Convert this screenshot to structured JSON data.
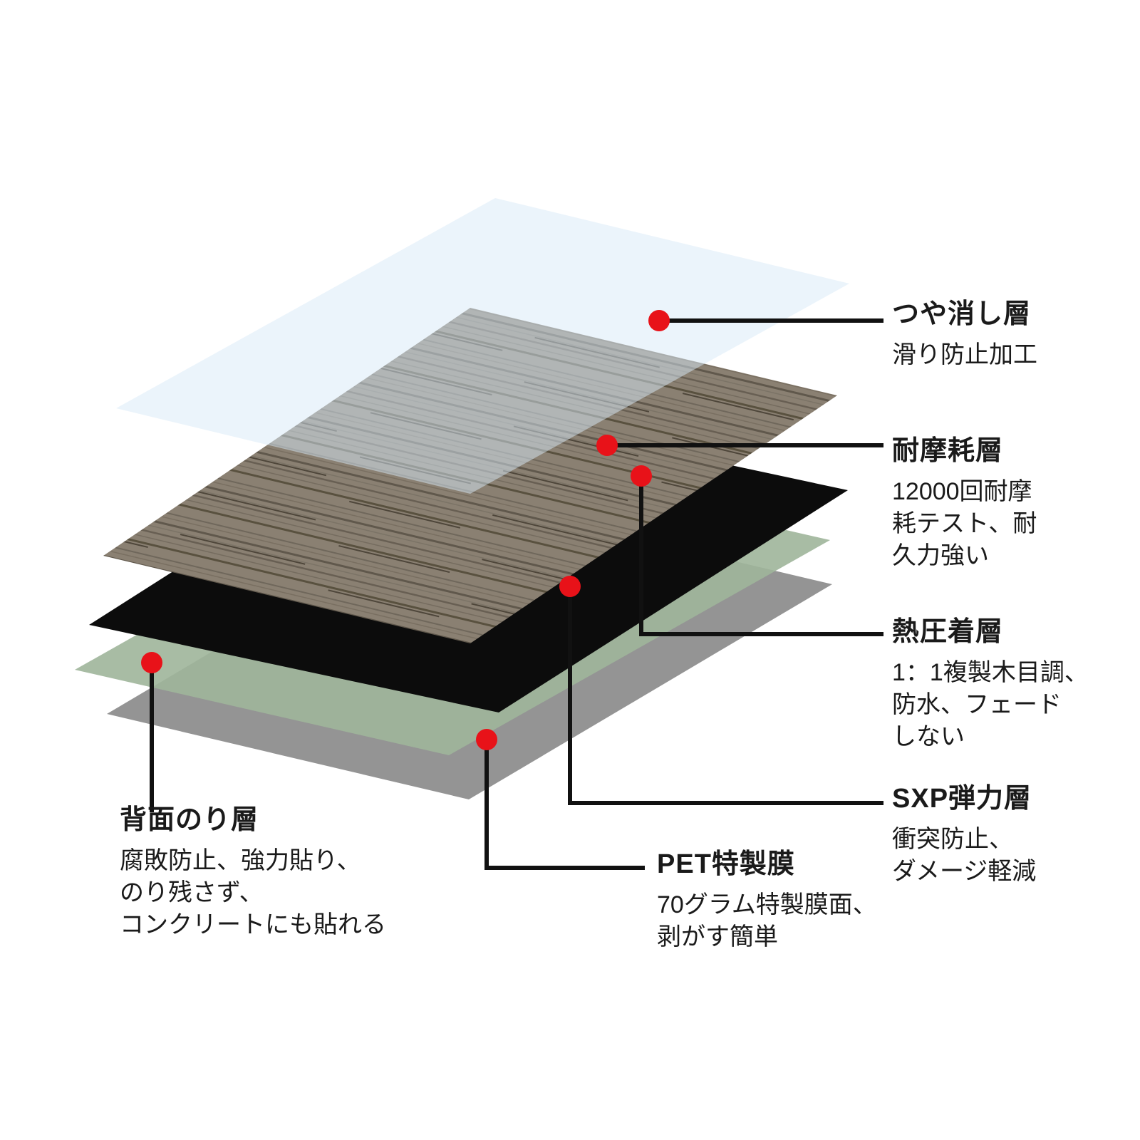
{
  "colors": {
    "background": "#ffffff",
    "matte_sheet": "#d8e9f7",
    "wood_base": "#8a8072",
    "black_layer": "#0c0c0c",
    "green_layer": "#9fb59a",
    "gray_layer": "#8e8e8e",
    "dot_red": "#e81219",
    "line_black": "#111111",
    "text": "#1a1a1a"
  },
  "layers": [
    {
      "name": "matte-sheet"
    },
    {
      "name": "wood-surface"
    },
    {
      "name": "black-bonding-sheet"
    },
    {
      "name": "green-elastic-sheet"
    },
    {
      "name": "gray-backing-sheet"
    }
  ],
  "callouts": [
    {
      "title": "つや消し層",
      "desc": "滑り防止加工"
    },
    {
      "title": "耐摩耗層",
      "desc": "12000回耐摩\n耗テスト、耐\n久力強い"
    },
    {
      "title": "熱圧着層",
      "desc": "1：1複製木目調、\n防水、フェード\nしない"
    },
    {
      "title": "SXP弾力層",
      "desc": "衝突防止、\nダメージ軽減"
    },
    {
      "title": "PET特製膜",
      "desc": "70グラム特製膜面、\n剥がす簡単"
    },
    {
      "title": "背面のり層",
      "desc": "腐敗防止、強力貼り、\nのり残さず、\nコンクリートにも貼れる"
    }
  ]
}
